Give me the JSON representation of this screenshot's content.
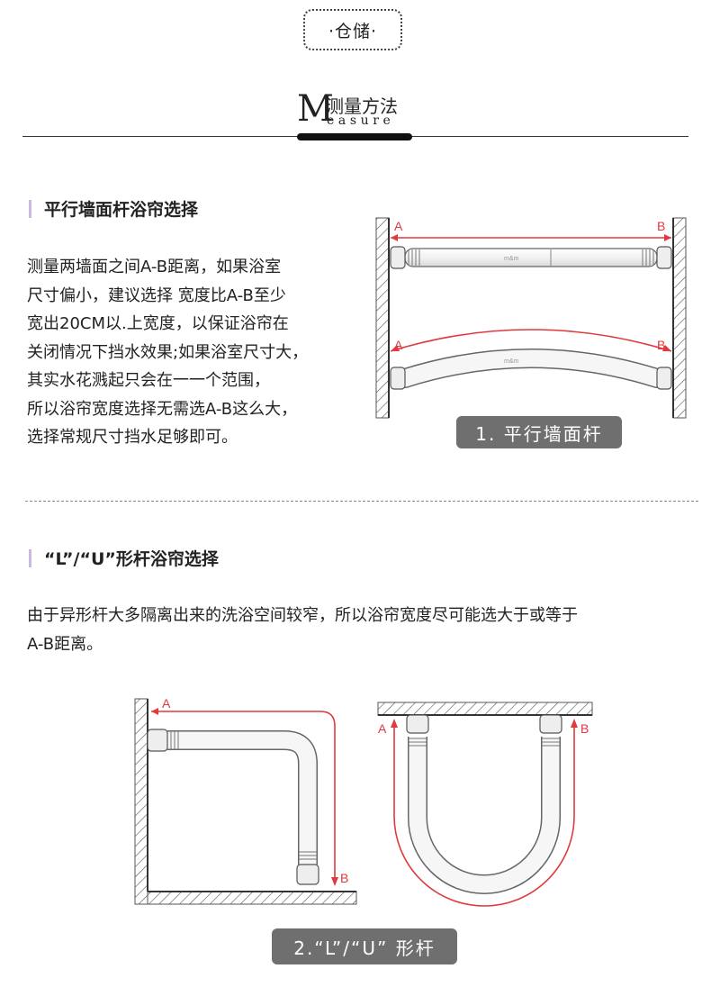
{
  "header": {
    "tag": "·仓储·",
    "measure_letter": "M",
    "measure_cn": "测量方法",
    "measure_en": "easure"
  },
  "section1": {
    "title": "平行墙面杆浴帘选择",
    "lines": [
      "测量两墙面之间A-B距离，如果浴室",
      "尺寸偏小，建议选择 宽度比A-B至少",
      "宽出20CM以.上宽度，以保证浴帘在",
      "关闭情况下挡水效果;如果浴室尺寸大，",
      "其实水花溅起只会在一一个范围，",
      "所以浴帘宽度选择无需选A-B这么大，",
      "选择常规尺寸挡水足够即可。"
    ],
    "diagram": {
      "label_a": "A",
      "label_b": "B",
      "rod_mark": "m&m",
      "caption": "1. 平行墙面杆"
    }
  },
  "section2": {
    "title": "“L”/“U”形杆浴帘选择",
    "lines": [
      "由于异形杆大多隔离出来的洗浴空间较窄，所以浴帘宽度尽可能选大于或等于",
      "A-B距离。"
    ],
    "diagram": {
      "label_a": "A",
      "label_b": "B",
      "caption": "2.“L”/“U” 形杆"
    }
  },
  "colors": {
    "arrow_red": "#e0393e",
    "caption_bg": "#6f6f6f",
    "accent_bar": "#c9b8e0"
  }
}
